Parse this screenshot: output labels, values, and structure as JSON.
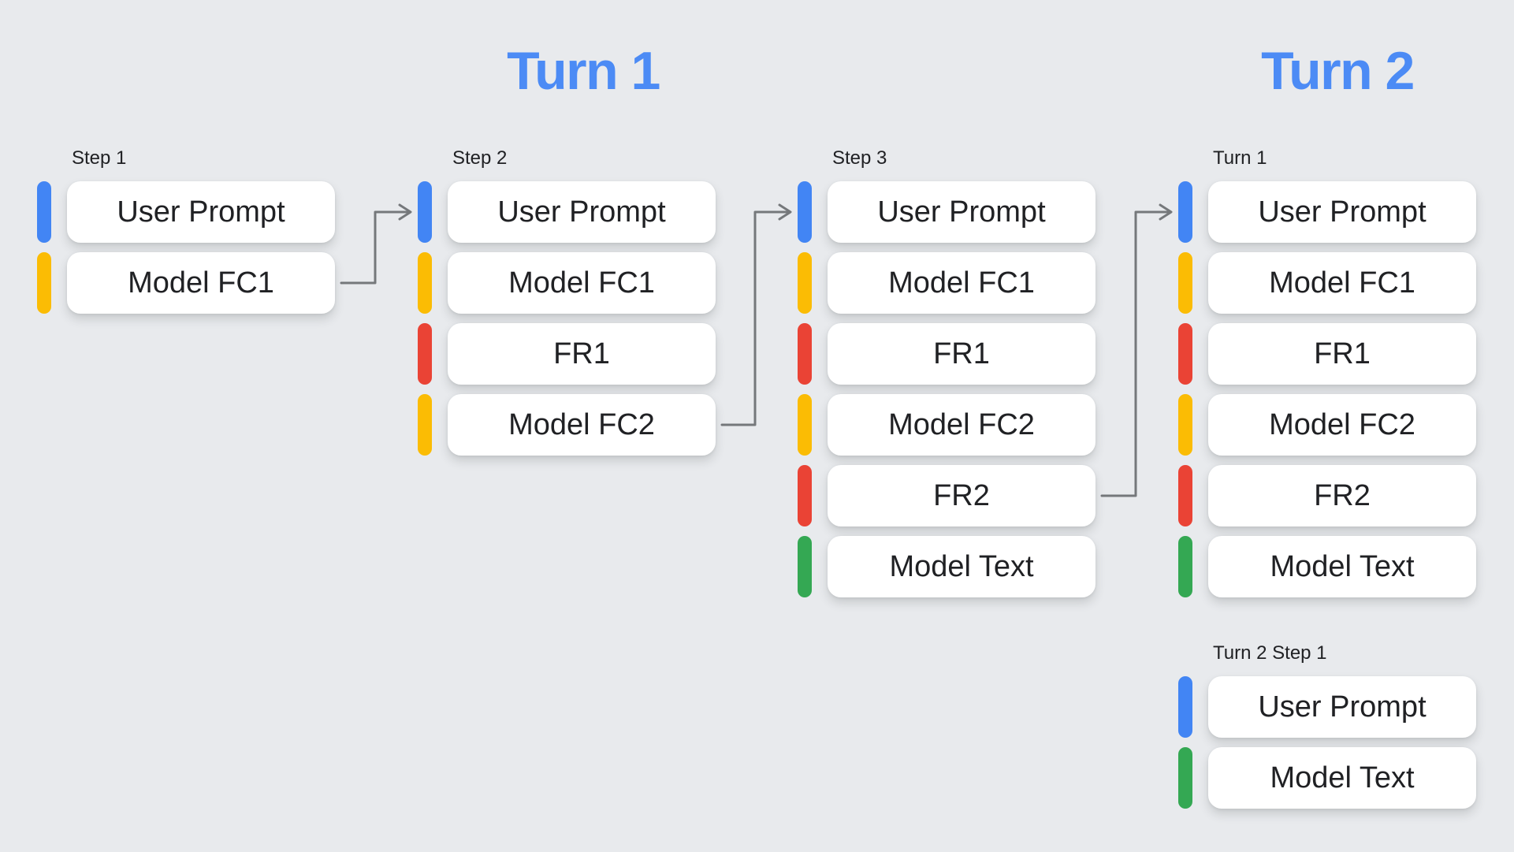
{
  "titles": {
    "turn1": "Turn 1",
    "turn2": "Turn 2"
  },
  "colors": {
    "background": "#E8EAED",
    "box_fill": "#FFFFFF",
    "text": "#202124",
    "title_blue": "#4C8BF5",
    "arrow_gray": "#75787B",
    "user_prompt": "#4285F4",
    "model_function_call": "#FBBC04",
    "function_response": "#EA4335",
    "model_text": "#34A853"
  },
  "columns": [
    {
      "label": "Step 1",
      "boxes": [
        {
          "label": "User Prompt",
          "type": "user_prompt"
        },
        {
          "label": "Model FC1",
          "type": "model_function_call"
        }
      ]
    },
    {
      "label": "Step 2",
      "boxes": [
        {
          "label": "User Prompt",
          "type": "user_prompt"
        },
        {
          "label": "Model FC1",
          "type": "model_function_call"
        },
        {
          "label": "FR1",
          "type": "function_response"
        },
        {
          "label": "Model FC2",
          "type": "model_function_call"
        }
      ]
    },
    {
      "label": "Step 3",
      "boxes": [
        {
          "label": "User Prompt",
          "type": "user_prompt"
        },
        {
          "label": "Model FC1",
          "type": "model_function_call"
        },
        {
          "label": "FR1",
          "type": "function_response"
        },
        {
          "label": "Model FC2",
          "type": "model_function_call"
        },
        {
          "label": "FR2",
          "type": "function_response"
        },
        {
          "label": "Model Text",
          "type": "model_text"
        }
      ]
    },
    {
      "label": "Turn 1",
      "boxes": [
        {
          "label": "User Prompt",
          "type": "user_prompt"
        },
        {
          "label": "Model FC1",
          "type": "model_function_call"
        },
        {
          "label": "FR1",
          "type": "function_response"
        },
        {
          "label": "Model FC2",
          "type": "model_function_call"
        },
        {
          "label": "FR2",
          "type": "function_response"
        },
        {
          "label": "Model Text",
          "type": "model_text"
        }
      ]
    },
    {
      "label": "Turn 2 Step 1",
      "boxes": [
        {
          "label": "User Prompt",
          "type": "user_prompt"
        },
        {
          "label": "Model Text",
          "type": "model_text"
        }
      ]
    }
  ],
  "arrows": [
    {
      "from_column": "Step 1",
      "from_box": "Model FC1",
      "to_column": "Step 2",
      "to_box": "User Prompt"
    },
    {
      "from_column": "Step 2",
      "from_box": "Model FC2",
      "to_column": "Step 3",
      "to_box": "User Prompt"
    },
    {
      "from_column": "Step 3",
      "from_box": "FR2",
      "to_column": "Turn 1",
      "to_box": "User Prompt"
    }
  ]
}
